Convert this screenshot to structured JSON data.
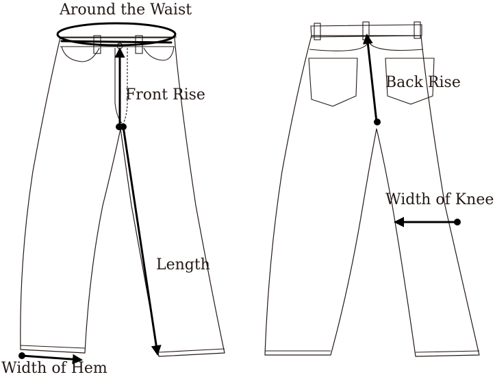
{
  "labels": {
    "waist": "Around the Waist",
    "front_rise": "Front Rise",
    "back_rise": "Back Rise",
    "length": "Length",
    "knee": "Width of Knee",
    "hem": "Width of Hem"
  },
  "colors": {
    "line": "#231815",
    "measure": "#000000",
    "background": "#ffffff"
  }
}
